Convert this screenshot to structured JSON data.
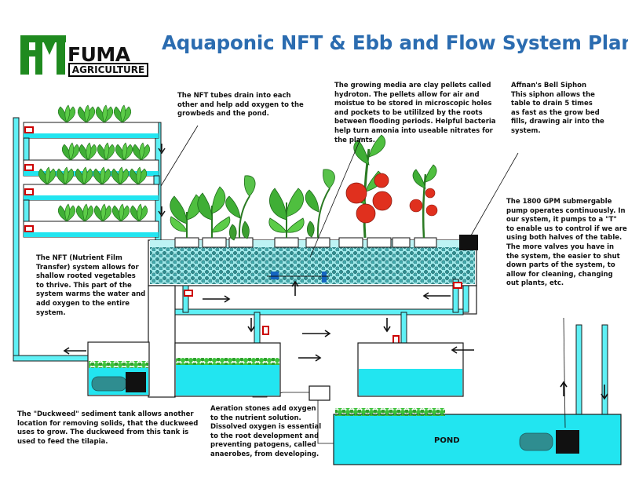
{
  "logo": {
    "name": "FUMA",
    "subtitle": "AGRICULTURE"
  },
  "title": "Aquaponic NFT & Ebb and Flow System Plan",
  "labels": {
    "pond": "POND"
  },
  "notes": {
    "nft_tubes": "The NFT tubes drain into each\nother and help add oxygen to the\ngrowbeds and the pond.",
    "growing_media": "The growing media are clay pellets called\nhydroton. The pellets allow for air and\nmoistue to be stored in microscopic holes\nand pockets to be utililzed by the roots\nbetween flooding periods. Helpful bacteria\nhelp turn amonia into useable nitrates for\nthe plants.",
    "bell_siphon": "Affnan's Bell Siphon\nThis siphon allows the\ntable to drain 5 times\nas fast as the grow bed\nfills, drawing air into the\nsystem.",
    "pump": "The 1800 GPM submergable\npump operates continuously. In\nour system, it pumps to a \"T\"\nto enable us to control if we are\nusing both halves of the table.\nThe more valves you have in\nthe system, the easier to shut\ndown parts of the system, to\nallow for cleaning, changing\nout plants, etc.",
    "nft_system": "The NFT (Nutrient Film\nTransfer) system allows for\nshallow rooted vegetables\nto thrive. This part of the\nsystem warms the water and\nadd oxygen to the entire\nsystem.",
    "duckweed": "The \"Duckweed\" sediment tank allows another\nlocation for removing solids, that the duckweed\nuses to grow. The duckweed from this tank is\nused to feed the tilapia.",
    "aeration": "Aeration stones add oxygen\nto the nutrient solution.\nDissolved oxygen is essential\nto the root development and\npreventing patogens, called\nanaerobes, from developing."
  },
  "colors": {
    "title_blue": "#2b6cb0",
    "logo_green": "#1f8a1f",
    "water": "#22e5f0",
    "pipe": "#5ff0f5",
    "leaf": "#3fae35",
    "tomato": "#e0301e",
    "pellet": "#4aa6a8"
  }
}
